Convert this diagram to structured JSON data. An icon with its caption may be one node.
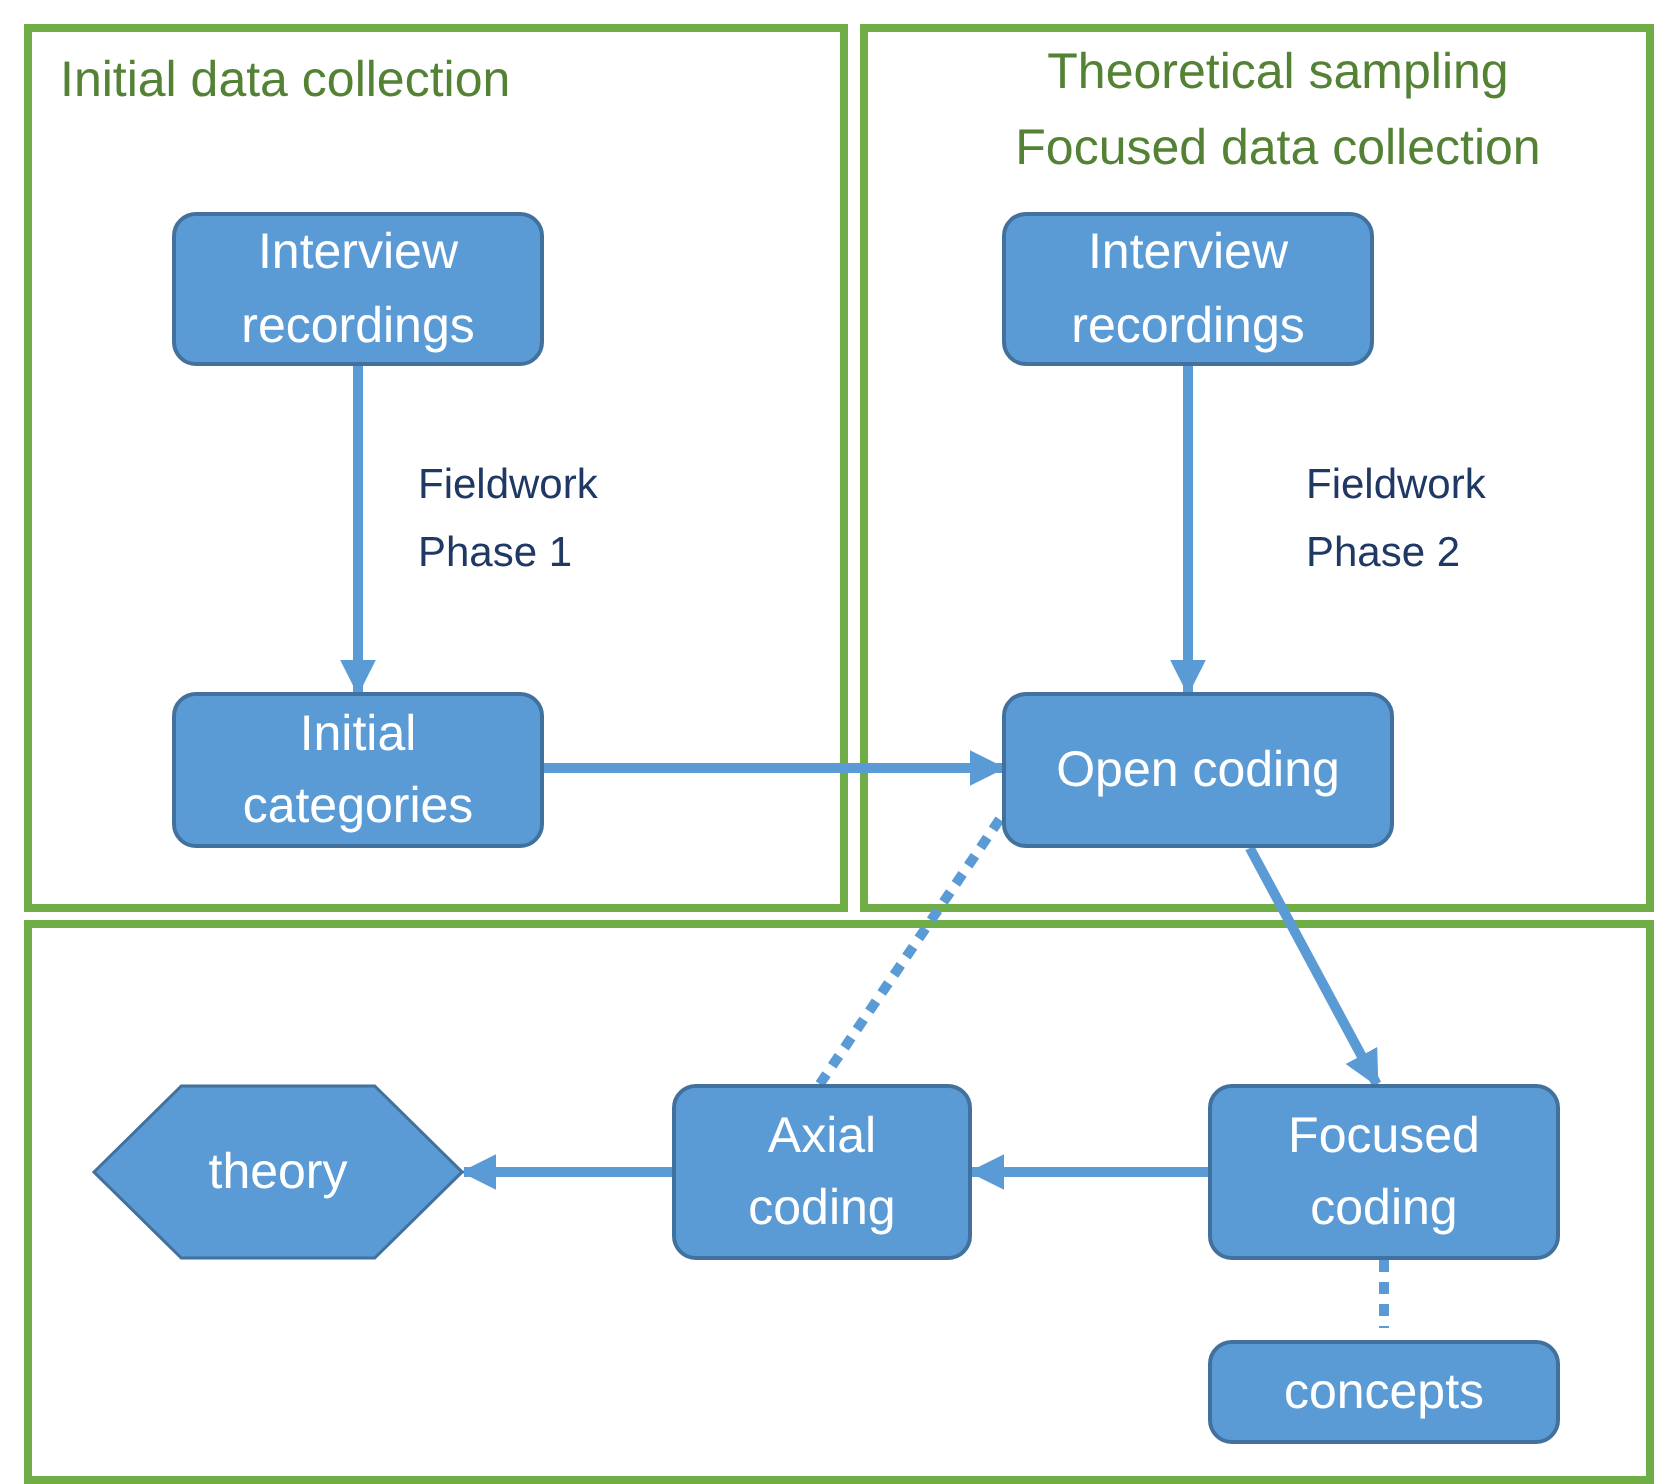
{
  "diagram": {
    "nodes": [
      {
        "text": [
          "Initial data collection"
        ]
      },
      {
        "text": [
          "Interview recordings"
        ],
        "in": 0
      },
      {
        "text": [
          "Initial categories"
        ],
        "in": 0
      },
      {
        "text": [
          "Theoretical sampling Focused data collection"
        ]
      },
      {
        "text": [
          "Interview recordings"
        ],
        "in": 3
      },
      {
        "text": [
          "Open coding"
        ],
        "in": 3
      },
      {
        "text": [],
        "shape": "box"
      },
      {
        "text": [
          "theory"
        ],
        "in": 6
      },
      {
        "text": [
          "Axial coding"
        ],
        "in": 6
      },
      {
        "text": [
          "Focused coding"
        ],
        "in": 6
      },
      {
        "text": [
          "concepts"
        ],
        "in": 6
      }
    ],
    "edges": [
      {
        "from": 1,
        "to": 2,
        "arrow": "to",
        "label": "Fieldwork Phase 1"
      },
      {
        "from": 4,
        "to": 5,
        "arrow": "to",
        "label": "Fieldwork Phase 2"
      },
      {
        "from": 2,
        "to": 5,
        "arrow": "to"
      },
      {
        "from": 5,
        "to": 9,
        "arrow": "to"
      },
      {
        "from": 9,
        "to": 8,
        "arrow": "to"
      },
      {
        "from": 8,
        "to": 7,
        "arrow": "to"
      },
      {
        "from": 8,
        "to": 5,
        "arrow": "none",
        "style": "dashed"
      },
      {
        "from": 9,
        "to": 10,
        "arrow": "none",
        "style": "dashed"
      }
    ]
  }
}
